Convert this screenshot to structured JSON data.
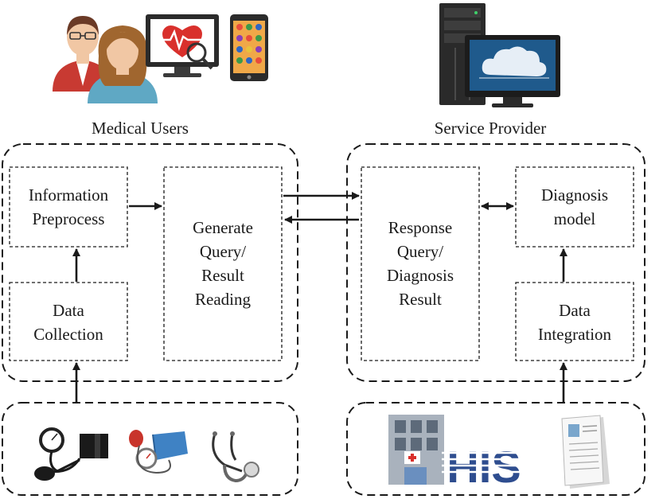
{
  "groups": {
    "medical_users": {
      "label": "Medical Users"
    },
    "service_provider": {
      "label": "Service Provider"
    }
  },
  "boxes": {
    "information_preprocess": {
      "lines": [
        "Information",
        "Preprocess"
      ]
    },
    "data_collection": {
      "lines": [
        "Data",
        "Collection"
      ]
    },
    "generate_query": {
      "lines": [
        "Generate",
        "Query/",
        "Result",
        "Reading"
      ]
    },
    "response_query": {
      "lines": [
        "Response",
        "Query/",
        "Diagnosis",
        "Result"
      ]
    },
    "diagnosis_model": {
      "lines": [
        "Diagnosis",
        "model"
      ]
    },
    "data_integration": {
      "lines": [
        "Data",
        "Integration"
      ]
    }
  },
  "his_logo": {
    "text": "HIS"
  },
  "colors": {
    "line": "#1a1a1a",
    "his_blue": "#2e4d8f",
    "doctor_red": "#c83a32",
    "user_teal": "#5fa8c4",
    "skin": "#f1c7a4",
    "monitor_screen": "#1f5a8c",
    "cloud": "#e6eef6"
  },
  "icons": [
    "doctor-icon",
    "patient-icon",
    "heart-monitor-icon",
    "smartphone-icon",
    "server-tower-icon",
    "cloud-monitor-icon",
    "sphygmomanometer-icon",
    "blood-pressure-cuff-icon",
    "stethoscope-icon",
    "hospital-building-icon",
    "medical-record-icon"
  ]
}
